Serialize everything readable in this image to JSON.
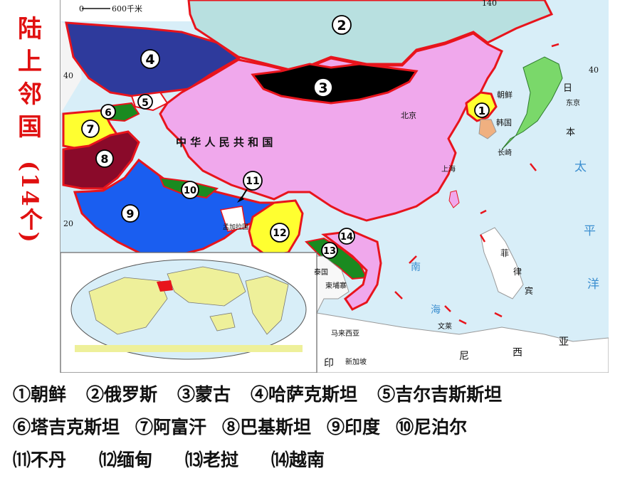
{
  "side_title": {
    "chars": [
      "陆",
      "上",
      "邻",
      "国"
    ],
    "count": "(14个)"
  },
  "map": {
    "scale_zero": "0",
    "scale_label": "600千米",
    "coord_top": "140",
    "coord_left_40": "40",
    "coord_left_20": "20",
    "coord_right_40": "40",
    "country_label": "中 华 人 民 共 和 国",
    "city_beijing": "北京",
    "city_shanghai": "上海",
    "label_chaoxian": "朝鲜",
    "label_hanguo": "韩国",
    "label_ri": "日",
    "label_ben": "本",
    "label_dongjing": "东京",
    "label_changqi": "长崎",
    "label_tai": "太",
    "label_ping": "平",
    "label_yang": "洋",
    "label_fei": "菲",
    "label_lv": "律",
    "label_bin": "宾",
    "label_taiguo": "泰国",
    "label_jianpuzhai": "柬埔寨",
    "label_malaixiya": "马来西亚",
    "label_wenlai": "文莱",
    "label_xinjiapo": "新加坡",
    "label_yin": "印",
    "label_ni": "尼",
    "label_xi": "西",
    "label_ya": "亚",
    "label_meng": "孟加拉国",
    "label_nan": "南",
    "label_hai": "海",
    "numbers": [
      "1",
      "2",
      "3",
      "4",
      "5",
      "6",
      "7",
      "8",
      "9",
      "10",
      "11",
      "12",
      "13",
      "14"
    ]
  },
  "legend": {
    "row1": [
      "①朝鲜",
      "②俄罗斯",
      "③蒙古",
      "④哈萨克斯坦",
      "⑤吉尔吉斯斯坦"
    ],
    "row2": [
      "⑥塔吉克斯坦",
      "⑦阿富汗",
      "⑧巴基斯坦",
      "⑨印度",
      "⑩尼泊尔"
    ],
    "row3": [
      "⑾不丹",
      "⑿缅甸",
      "⒀老挝",
      "⒁越南"
    ]
  },
  "colors": {
    "china": "#f0a8ec",
    "russia": "#b8e0e0",
    "mongolia": "#000000",
    "kazakhstan": "#2e3a9c",
    "border_red": "#e8141c",
    "india": "#1a5ef0",
    "pakistan": "#8a0a2a",
    "afghanistan": "#ffff30",
    "nepal_tajik_laos_green": "#1a8a20",
    "myanmar": "#ffff30",
    "vietnam": "#f0a8ec",
    "sea": "#d8eef8",
    "land_other": "#ffffff"
  }
}
